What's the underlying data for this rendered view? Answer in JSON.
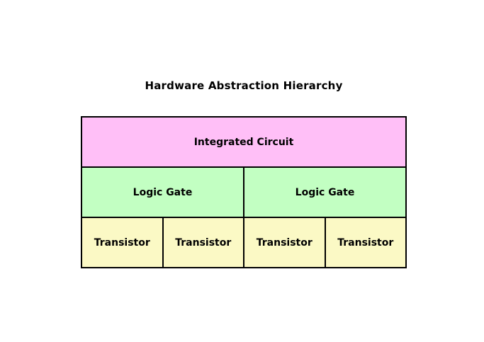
{
  "title": "Hardware Abstraction Hierarchy",
  "colors": {
    "background": "#ffffff",
    "border": "#000000",
    "integrated_circuit_fill": "#ffbff7",
    "logic_gate_fill": "#c2ffc2",
    "transistor_fill": "#fbf9c5"
  },
  "hierarchy": {
    "level1": [
      {
        "label": "Integrated Circuit"
      }
    ],
    "level2": [
      {
        "label": "Logic Gate"
      },
      {
        "label": "Logic Gate"
      }
    ],
    "level3": [
      {
        "label": "Transistor"
      },
      {
        "label": "Transistor"
      },
      {
        "label": "Transistor"
      },
      {
        "label": "Transistor"
      }
    ]
  }
}
